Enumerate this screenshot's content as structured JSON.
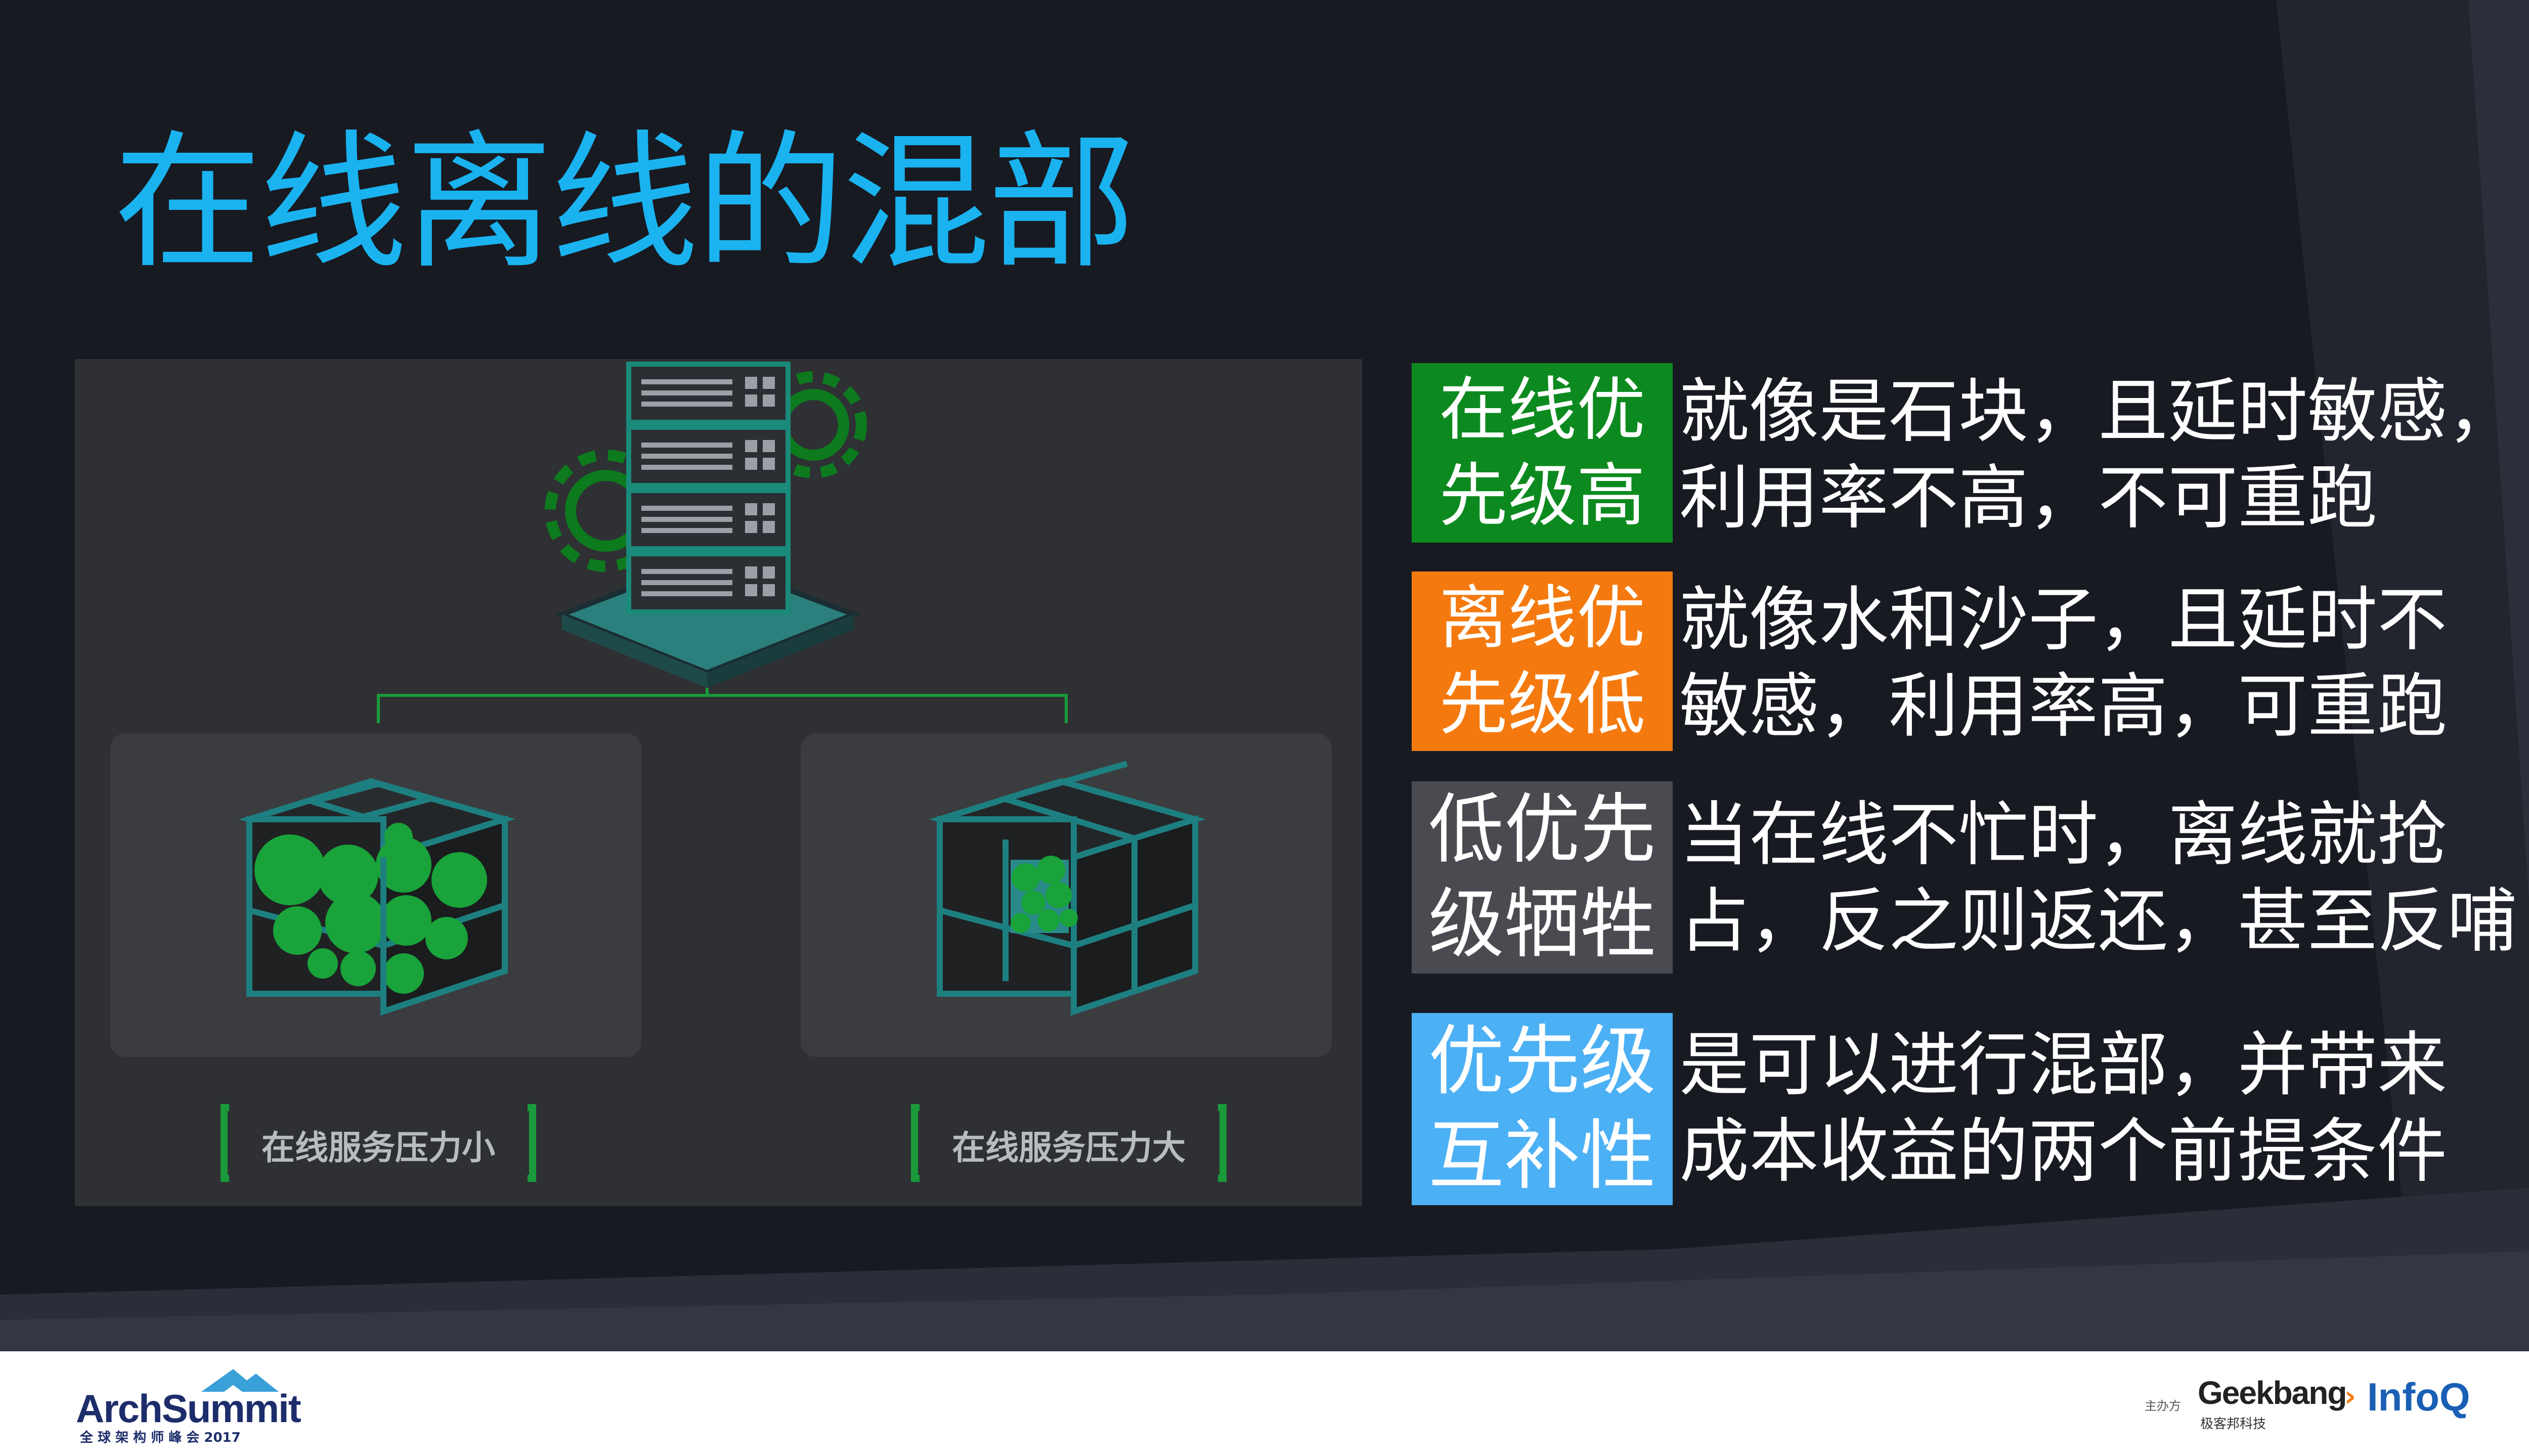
{
  "slide": {
    "title": "在线离线的混部"
  },
  "illustration": {
    "left_label": "在线服务压力小",
    "right_label": "在线服务压力大"
  },
  "rows": [
    {
      "tag_line1": "在线优",
      "tag_line2": "先级高",
      "tag_color": "#0d8a1f",
      "desc_line1": "就像是石块，且延时敏感，",
      "desc_line2": "利用率不高，不可重跑"
    },
    {
      "tag_line1": "离线优",
      "tag_line2": "先级低",
      "tag_color": "#f47a0f",
      "desc_line1": "就像水和沙子，且延时不",
      "desc_line2": "敏感，利用率高，可重跑"
    },
    {
      "tag_line1": "低优先",
      "tag_line2": "级牺牲",
      "tag_color": "#4a4b50",
      "desc_line1": "当在线不忙时，离线就抢",
      "desc_line2": "占，反之则返还，甚至反哺"
    },
    {
      "tag_line1": "优先级",
      "tag_line2": "互补性",
      "tag_color": "#4cb0f5",
      "desc_line1": "是可以进行混部，并带来",
      "desc_line2": "成本收益的两个前提条件"
    }
  ],
  "footer": {
    "archsummit_logo": "ArchSummit",
    "archsummit_sub": "全 球 架 构 师 峰 会 2017",
    "host_label": "主办方",
    "geekbang_logo": "Geekbang",
    "geekbang_sub": "极客邦科技",
    "infoq_logo": "InfoQ"
  }
}
